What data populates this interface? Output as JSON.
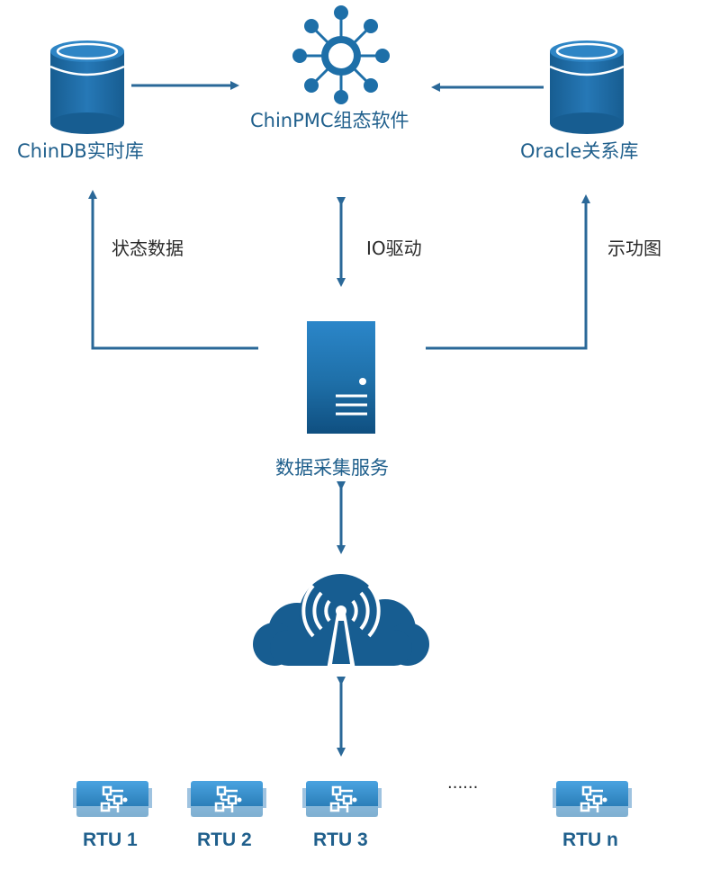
{
  "nodes": {
    "chinpmc": "ChinPMC组态软件",
    "chindb": "ChinDB实时库",
    "oracle": "Oracle关系库",
    "collector": "数据采集服务"
  },
  "edges": {
    "status_data": "状态数据",
    "io_driver": "IO驱动",
    "indicator_diagram": "示功图"
  },
  "rtus": [
    "RTU 1",
    "RTU 2",
    "RTU 3",
    "RTU n"
  ],
  "ellipsis": "......",
  "colors": {
    "primary": "#1e6fa8",
    "dark": "#0f4f80",
    "light": "#3e8fd0",
    "line": "#2a6898",
    "text": "#1f5f8c"
  },
  "icons": [
    "database-icon",
    "hub-network-icon",
    "server-icon",
    "wireless-cloud-icon",
    "rtu-device-icon"
  ]
}
